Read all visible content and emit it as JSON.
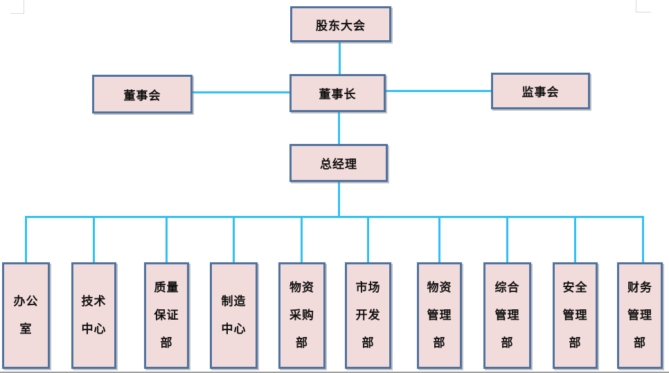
{
  "colors": {
    "background": "#ffffff",
    "box_fill": "#f2dcdb",
    "box_border": "#50729f",
    "connector": "#2fc0f5",
    "corner_mark": "#d9d9d9",
    "page_edge": "#9e9e9e",
    "text": "#111111"
  },
  "org_chart": {
    "root": {
      "label": "股东大会"
    },
    "row2": {
      "left": {
        "label": "董事会"
      },
      "center": {
        "label": "董事长"
      },
      "right": {
        "label": "监事会"
      }
    },
    "general_manager": {
      "label": "总经理"
    },
    "departments": [
      {
        "label": "办公室",
        "lines": [
          "办公",
          "室"
        ]
      },
      {
        "label": "技术中心",
        "lines": [
          "技术",
          "中心"
        ]
      },
      {
        "label": "质量保证部",
        "lines": [
          "质量",
          "保证",
          "部"
        ]
      },
      {
        "label": "制造中心",
        "lines": [
          "制造",
          "中心"
        ]
      },
      {
        "label": "物资采购部",
        "lines": [
          "物资",
          "采购",
          "部"
        ]
      },
      {
        "label": "市场开发部",
        "lines": [
          "市场",
          "开发",
          "部"
        ]
      },
      {
        "label": "物资管理部",
        "lines": [
          "物资",
          "管理",
          "部"
        ]
      },
      {
        "label": "综合管理部",
        "lines": [
          "综合",
          "管理",
          "部"
        ]
      },
      {
        "label": "安全管理部",
        "lines": [
          "安全",
          "管理",
          "部"
        ]
      },
      {
        "label": "财务管理部",
        "lines": [
          "财务",
          "管理",
          "部"
        ]
      }
    ]
  }
}
